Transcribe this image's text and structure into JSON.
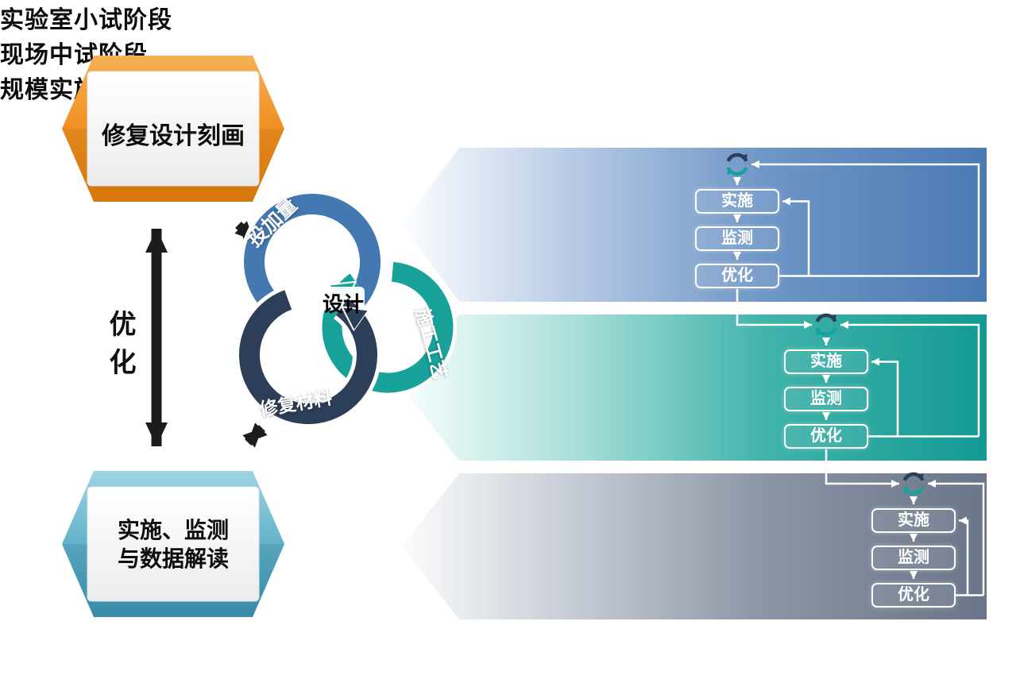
{
  "badges": {
    "top": {
      "label": "修复设计刻画"
    },
    "bottom": {
      "line1": "实施、监测",
      "line2": "与数据解读"
    }
  },
  "left_arrow": {
    "label": "优化"
  },
  "cycle": {
    "center_label": "设计",
    "rings": [
      {
        "label": "投加量",
        "color": "#4478b0"
      },
      {
        "label": "施工工艺",
        "color": "#18a29a"
      },
      {
        "label": "修复材料",
        "color": "#2d3e58"
      }
    ]
  },
  "bands": [
    {
      "label": "实验室小试阶段",
      "color": "#4b7ab3",
      "steps": [
        "实施",
        "监测",
        "优化"
      ]
    },
    {
      "label": "现场中试阶段",
      "color": "#139a93",
      "steps": [
        "实施",
        "监测",
        "优化"
      ]
    },
    {
      "label": "规模实施阶段",
      "color": "#6a7589",
      "steps": [
        "实施",
        "监测",
        "优化"
      ]
    }
  ],
  "colors": {
    "badge_top_orange": "#f09324",
    "badge_bottom_teal": "#62b2ca",
    "arrow_black": "#1c1c1c",
    "connector_white": "#ffffff"
  }
}
